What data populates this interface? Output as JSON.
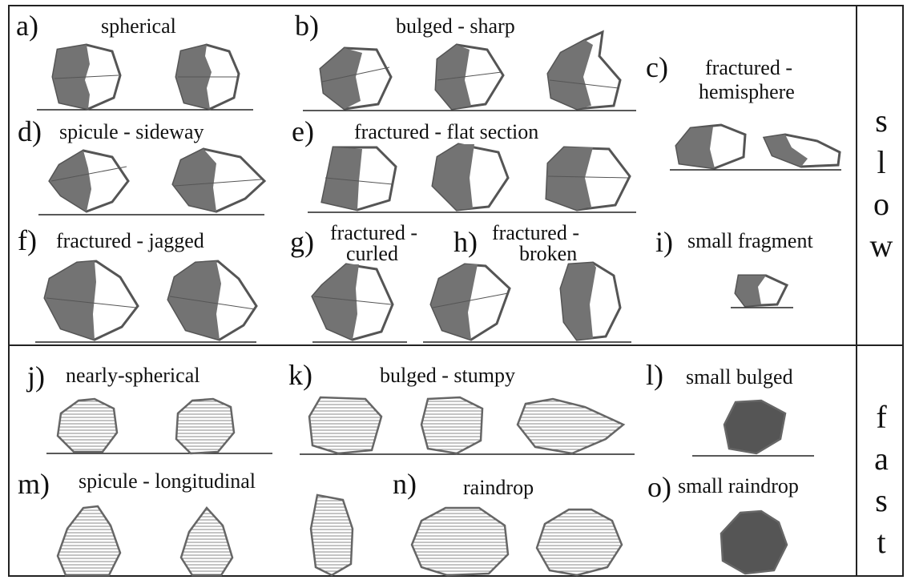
{
  "speeds": {
    "slow": [
      "s",
      "l",
      "o",
      "w"
    ],
    "fast": [
      "f",
      "a",
      "s",
      "t"
    ]
  },
  "panels": [
    {
      "id": "a",
      "letter": "a)",
      "label": [
        "spherical"
      ]
    },
    {
      "id": "b",
      "letter": "b)",
      "label": [
        "bulged - sharp"
      ]
    },
    {
      "id": "c",
      "letter": "c)",
      "label": [
        "fractured -",
        "hemisphere"
      ]
    },
    {
      "id": "d",
      "letter": "d)",
      "label": [
        "spicule - sideway"
      ]
    },
    {
      "id": "e",
      "letter": "e)",
      "label": [
        "fractured - flat section"
      ]
    },
    {
      "id": "f",
      "letter": "f)",
      "label": [
        "fractured - jagged"
      ]
    },
    {
      "id": "g",
      "letter": "g)",
      "label": [
        "fractured -",
        "curled"
      ]
    },
    {
      "id": "h",
      "letter": "h)",
      "label": [
        "fractured -",
        "broken"
      ]
    },
    {
      "id": "i",
      "letter": "i)",
      "label": [
        "small fragment"
      ]
    },
    {
      "id": "j",
      "letter": "j)",
      "label": [
        "nearly-spherical"
      ]
    },
    {
      "id": "k",
      "letter": "k)",
      "label": [
        "bulged - stumpy"
      ]
    },
    {
      "id": "l",
      "letter": "l)",
      "label": [
        "small bulged"
      ]
    },
    {
      "id": "m",
      "letter": "m)",
      "label": [
        "spicule - longitudinal"
      ]
    },
    {
      "id": "n",
      "letter": "n)",
      "label": [
        "raindrop"
      ]
    },
    {
      "id": "o",
      "letter": "o)",
      "label": [
        "small raindrop"
      ]
    }
  ],
  "colors": {
    "dark": "#6e6e6e",
    "light": "#ffffff",
    "stripe": "#9a9a9a",
    "line": "#222222"
  }
}
